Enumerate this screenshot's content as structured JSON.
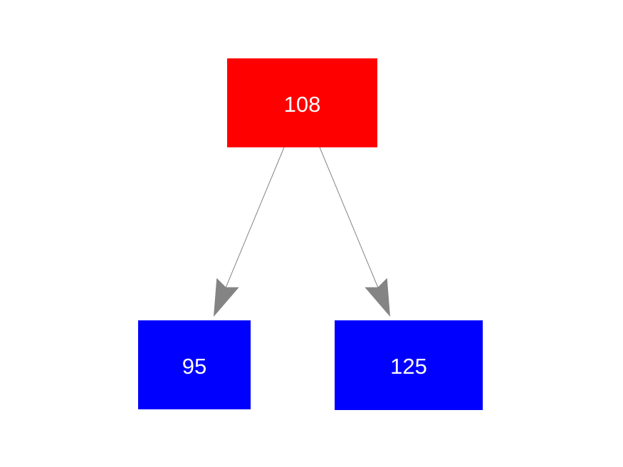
{
  "diagram": {
    "type": "tree",
    "background_color": "#ffffff",
    "edge_color": "#848484",
    "nodes": [
      {
        "id": "root",
        "label": "108",
        "color": "#ff0000",
        "text_color": "#ffffff"
      },
      {
        "id": "left-child",
        "label": "95",
        "color": "#0000ff",
        "text_color": "#ffffff"
      },
      {
        "id": "right-child",
        "label": "125",
        "color": "#0000ff",
        "text_color": "#ffffff"
      }
    ],
    "edges": [
      {
        "from": "root",
        "to": "left-child",
        "arrow": "to"
      },
      {
        "from": "root",
        "to": "right-child",
        "arrow": "to"
      }
    ]
  }
}
